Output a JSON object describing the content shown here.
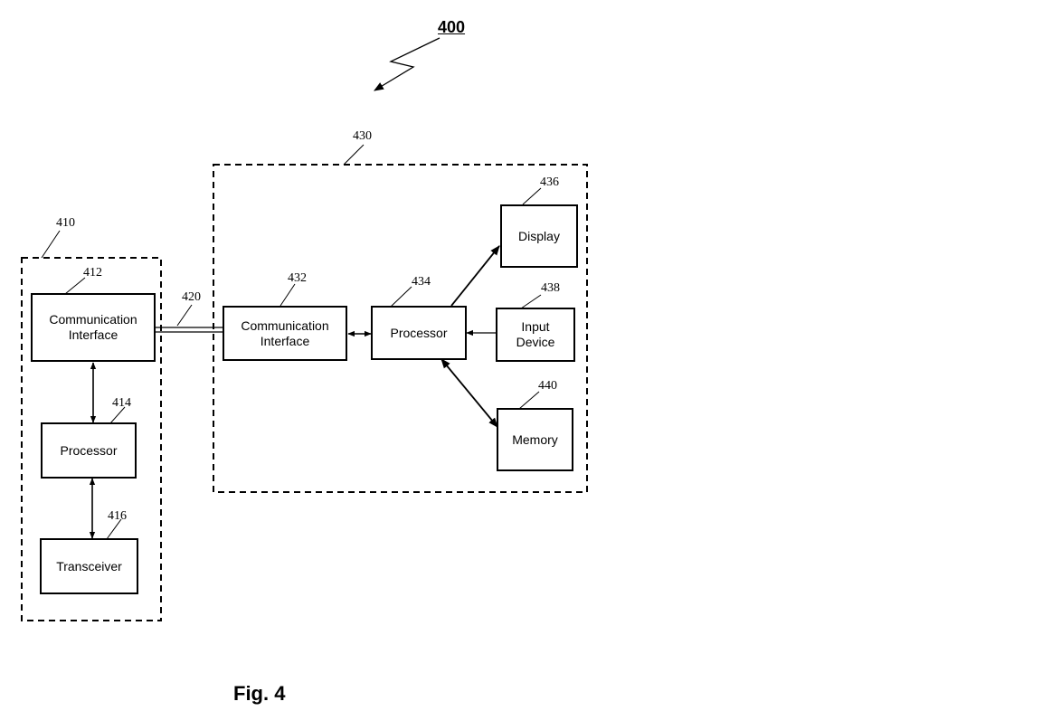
{
  "figure": {
    "number": "400",
    "caption": "Fig. 4"
  },
  "groups": [
    {
      "id": "device-410",
      "ref": "410"
    },
    {
      "id": "device-430",
      "ref": "430"
    }
  ],
  "link": {
    "ref": "420"
  },
  "blocks": {
    "comm_interface_412": {
      "ref": "412",
      "line1": "Communication",
      "line2": "Interface"
    },
    "processor_414": {
      "ref": "414",
      "label": "Processor"
    },
    "transceiver_416": {
      "ref": "416",
      "label": "Transceiver"
    },
    "comm_interface_432": {
      "ref": "432",
      "line1": "Communication",
      "line2": "Interface"
    },
    "processor_434": {
      "ref": "434",
      "label": "Processor"
    },
    "display_436": {
      "ref": "436",
      "label": "Display"
    },
    "input_device_438": {
      "ref": "438",
      "line1": "Input",
      "line2": "Device"
    },
    "memory_440": {
      "ref": "440",
      "label": "Memory"
    }
  }
}
